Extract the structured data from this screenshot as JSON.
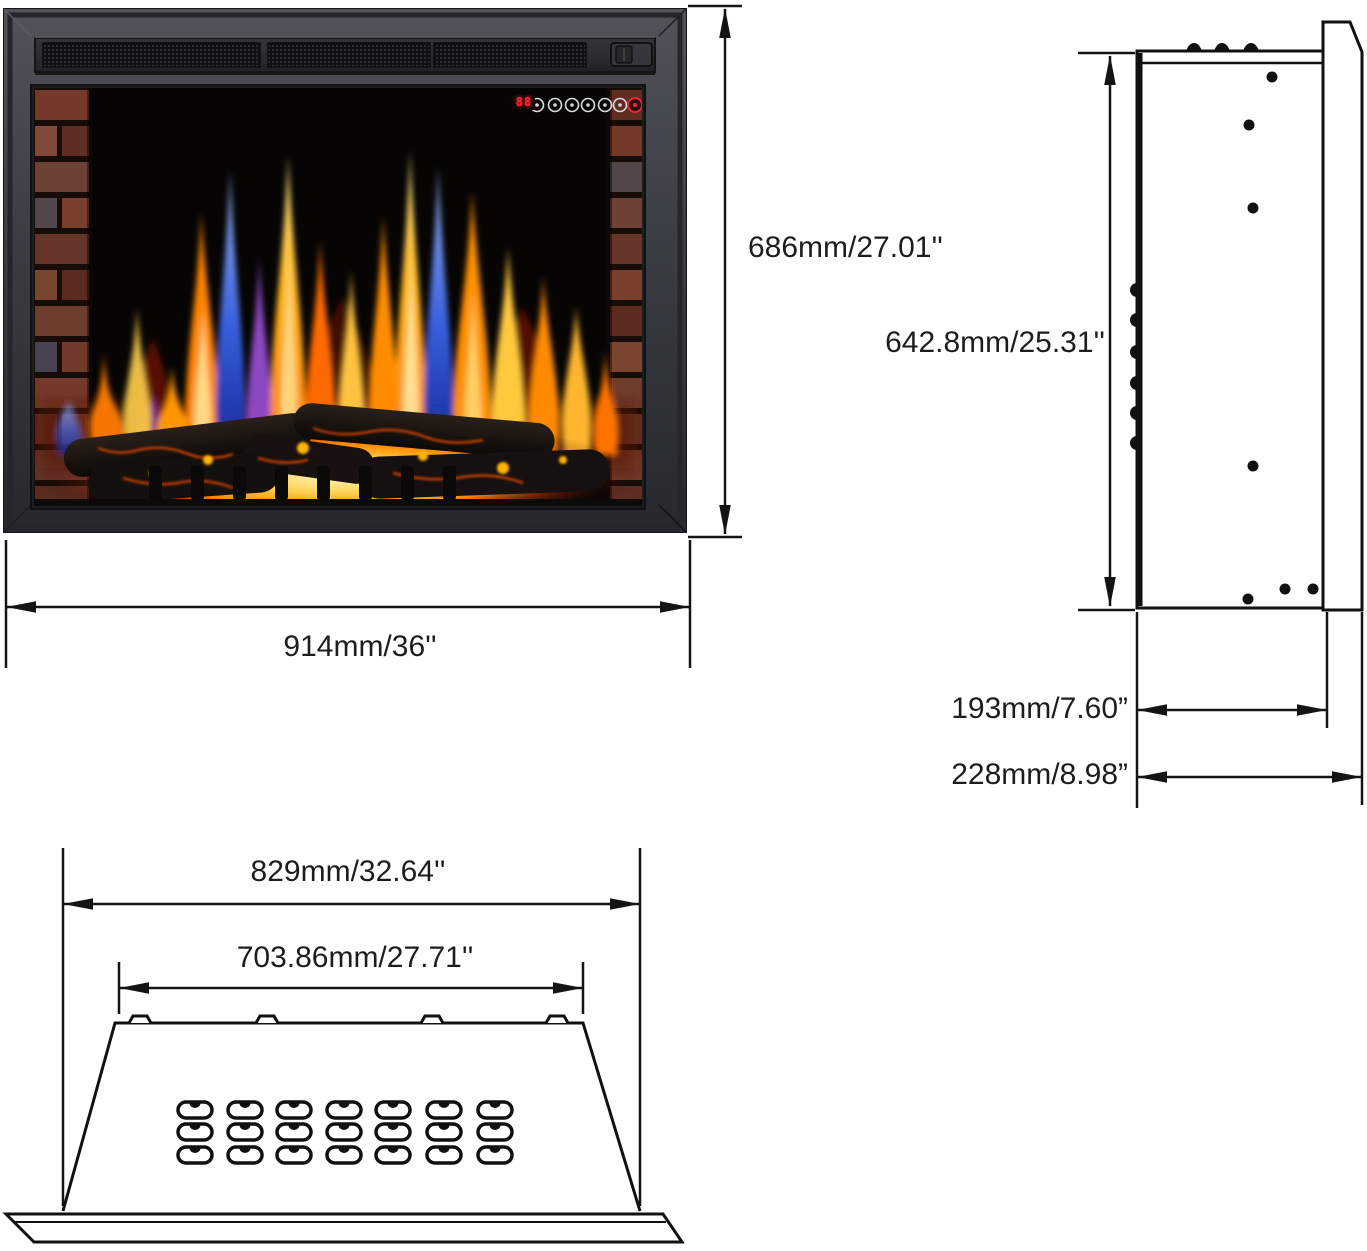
{
  "front_view": {
    "height_label": "686mm/27.01''",
    "width_label": "914mm/36''",
    "control_display": "88"
  },
  "side_view": {
    "height_label": "642.8mm/25.31''",
    "depth_inner_label": "193mm/7.60”",
    "depth_outer_label": "228mm/8.98”"
  },
  "top_view": {
    "rear_width_label": "829mm/32.64''",
    "opening_width_label": "703.86mm/27.71''"
  },
  "colors": {
    "line": "#141414",
    "frame_dark": "#2c2e32",
    "brick_red": "#74392a",
    "flame_orange": "#ff8a00",
    "flame_yellow": "#ffc93c",
    "flame_blue": "#3c63e8",
    "flame_purple": "#9a4fd6",
    "ember_glow": "#ff9b00",
    "led_red": "#ff2533"
  }
}
